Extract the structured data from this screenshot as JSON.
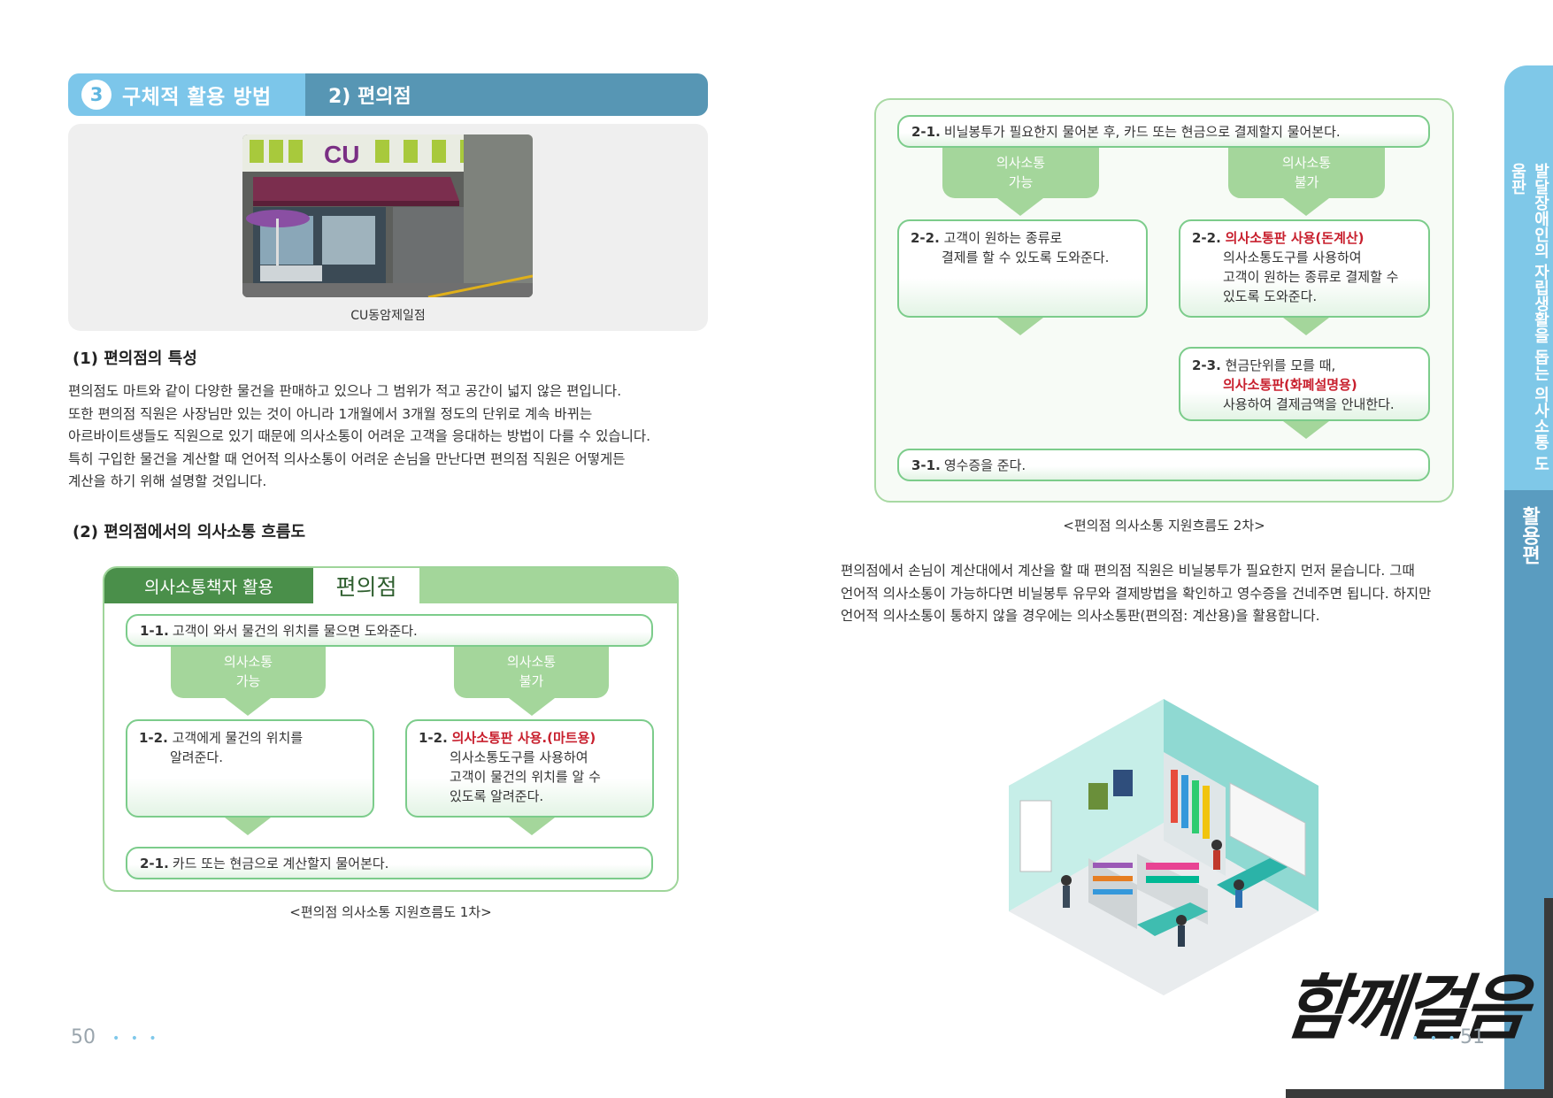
{
  "left_page": {
    "section_header": {
      "number": "3",
      "title": "구체적 활용 방법",
      "subtitle": "2) 편의점"
    },
    "photo": {
      "store_sign": "CU",
      "caption": "CU동암제일점"
    },
    "heading_1": "(1) 편의점의 특성",
    "paragraph_1_lines": [
      "편의점도 마트와 같이 다양한 물건을 판매하고 있으나 그 범위가 적고 공간이 넓지 않은 편입니다.",
      "또한 편의점 직원은 사장님만 있는 것이 아니라 1개월에서 3개월 정도의 단위로 계속 바뀌는",
      "아르바이트생들도 직원으로 있기 때문에 의사소통이 어려운 고객을 응대하는 방법이 다를 수 있습니다.",
      "특히 구입한 물건을 계산할 때 언어적 의사소통이 어려운 손님을 만난다면 편의점 직원은 어떻게든",
      "계산을 하기 위해 설명할 것입니다."
    ],
    "heading_2": "(2) 편의점에서의 의사소통 흐름도",
    "flow1": {
      "tab_dark": "의사소통책자 활용",
      "tab_light": "편의점",
      "step_1_1_label": "1-1.",
      "step_1_1_text": "고객이 와서 물건의 위치를 물으면 도와준다.",
      "branch_yes": [
        "의사소통",
        "가능"
      ],
      "branch_no": [
        "의사소통",
        "불가"
      ],
      "left_box_label": "1-2.",
      "left_box_lines": [
        "고객에게 물건의 위치를",
        "알려준다."
      ],
      "right_box_label": "1-2.",
      "right_box_red": "의사소통판 사용.(마트용)",
      "right_box_lines": [
        "의사소통도구를 사용하여",
        "고객이 물건의 위치를 알 수",
        "있도록 알려준다."
      ],
      "step_2_1_label": "2-1.",
      "step_2_1_text": "카드 또는 현금으로 계산할지 물어본다."
    },
    "flow1_caption": "<편의점 의사소통 지원흐름도 1차>",
    "page_number": "50",
    "page_dots": "• • •"
  },
  "right_page": {
    "flow2": {
      "step_2_1_label": "2-1.",
      "step_2_1_text": "비닐봉투가 필요한지 물어본 후, 카드 또는 현금으로 결제할지 물어본다.",
      "branch_yes": [
        "의사소통",
        "가능"
      ],
      "branch_no": [
        "의사소통",
        "불가"
      ],
      "left_box_label": "2-2.",
      "left_box_lines": [
        "고객이 원하는 종류로",
        "결제를 할 수 있도록 도와준다."
      ],
      "right_box_label": "2-2.",
      "right_box_red": "의사소통판 사용(돈계산)",
      "right_box_lines": [
        "의사소통도구를 사용하여",
        "고객이 원하는 종류로 결제할 수",
        "있도록 도와준다."
      ],
      "box_2_3_label": "2-3.",
      "box_2_3_line1": "현금단위를 모를 때,",
      "box_2_3_red": "의사소통판(화폐설명용)",
      "box_2_3_line3": "사용하여 결제금액을 안내한다.",
      "step_3_1_label": "3-1.",
      "step_3_1_text": "영수증을 준다."
    },
    "flow2_caption": "<편의점 의사소통 지원흐름도 2차>",
    "paragraph_lines": [
      "편의점에서 손님이 계산대에서 계산을 할 때 편의점 직원은 비닐봉투가 필요한지 먼저 묻습니다. 그때",
      "언어적 의사소통이 가능하다면 비닐봉투 유무와 결제방법을 확인하고 영수증을 건네주면 됩니다. 하지만",
      "언어적 의사소통이 통하지 않을 경우에는 의사소통판(편의점: 계산용)을 활용합니다."
    ],
    "side_tab_upper": "발달장애인의 자립생활을 돕는 의사소통 도움판",
    "side_tab_lower": "활용편",
    "brush_logo": "함께걸음",
    "page_number": "51",
    "page_dots": "• • •"
  },
  "colors": {
    "header_light_blue": "#7cc6ea",
    "header_dark_blue": "#5796b4",
    "flow_green": "#a4d69b",
    "flow_dark_green": "#4a8f4a",
    "flow_border": "#7ccc8b",
    "highlight_red": "#c8202e",
    "side_tab_light": "#7fc8e8",
    "side_tab_dark": "#5a9cc0"
  }
}
